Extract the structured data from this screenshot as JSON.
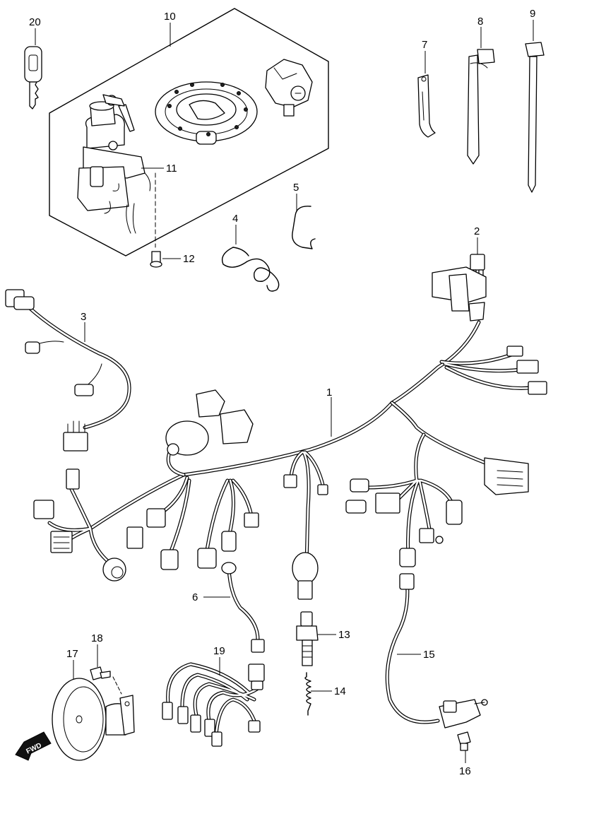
{
  "callouts": [
    {
      "id": "c1",
      "number": "1"
    },
    {
      "id": "c2",
      "number": "2"
    },
    {
      "id": "c3",
      "number": "3"
    },
    {
      "id": "c4",
      "number": "4"
    },
    {
      "id": "c5",
      "number": "5"
    },
    {
      "id": "c6",
      "number": "6"
    },
    {
      "id": "c7",
      "number": "7"
    },
    {
      "id": "c8",
      "number": "8"
    },
    {
      "id": "c9",
      "number": "9"
    },
    {
      "id": "c10",
      "number": "10"
    },
    {
      "id": "c11",
      "number": "11"
    },
    {
      "id": "c12",
      "number": "12"
    },
    {
      "id": "c13",
      "number": "13"
    },
    {
      "id": "c14",
      "number": "14"
    },
    {
      "id": "c15",
      "number": "15"
    },
    {
      "id": "c16",
      "number": "16"
    },
    {
      "id": "c17",
      "number": "17"
    },
    {
      "id": "c18",
      "number": "18"
    },
    {
      "id": "c19",
      "number": "19"
    },
    {
      "id": "c20",
      "number": "20"
    }
  ],
  "fwd_indicator": {
    "label": "FWD"
  }
}
